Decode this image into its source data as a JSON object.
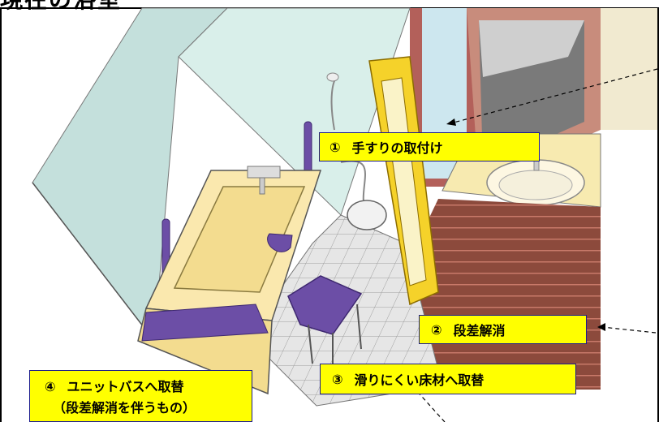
{
  "page": {
    "title": "現在の浴室"
  },
  "labels": {
    "handrail": {
      "number": "①",
      "text": "手すりの取付け"
    },
    "step": {
      "number": "②",
      "text": "段差解消"
    },
    "floor": {
      "number": "③",
      "text": "滑りにくい床材へ取替"
    },
    "unitbath": {
      "number": "④",
      "line1": "ユニットバスへ取替",
      "line2": "（段差解消を伴うもの）"
    }
  },
  "colors": {
    "label_fill": "#ffff00",
    "label_border": "#1a1a8c",
    "wall": "#c4e0dc",
    "tub": "#fae8ae",
    "handrail_purple": "#6c4ea6",
    "handrail_yellow": "#f5d22a",
    "wood_floor": "#8c4a3c",
    "tile": "#e6e6e6",
    "frame": "#000000"
  }
}
